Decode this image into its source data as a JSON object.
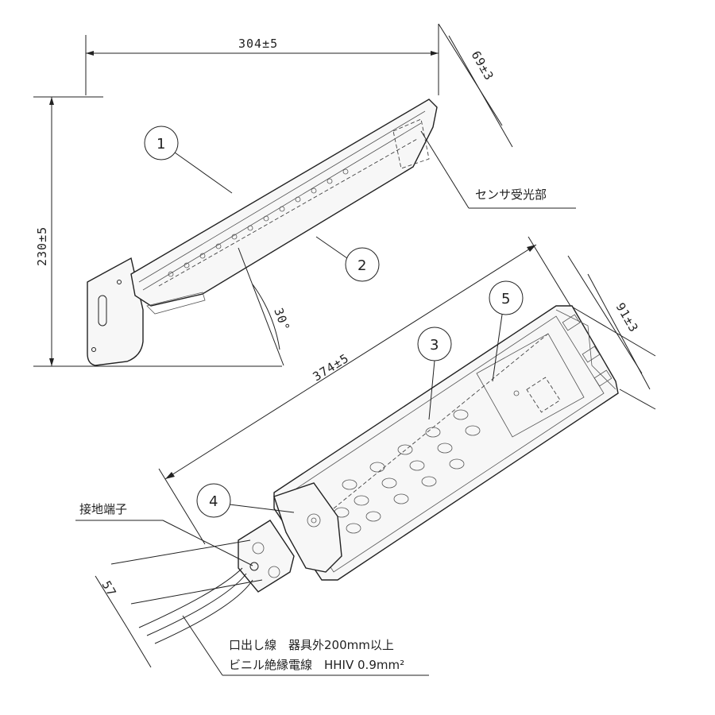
{
  "dimensions": {
    "top_width": "304±5",
    "top_depth": "69±3",
    "height": "230±5",
    "angle": "30°",
    "body_length": "374±5",
    "body_width": "91±3",
    "wire_offset": "57"
  },
  "callouts": [
    "1",
    "2",
    "3",
    "4",
    "5"
  ],
  "labels": {
    "sensor": "センサ受光部",
    "ground_terminal": "接地端子",
    "lead_wire_line1": "口出し線　器具外200mm以上",
    "lead_wire_line2": "ビニル絶縁電線　HHIV 0.9mm²"
  }
}
